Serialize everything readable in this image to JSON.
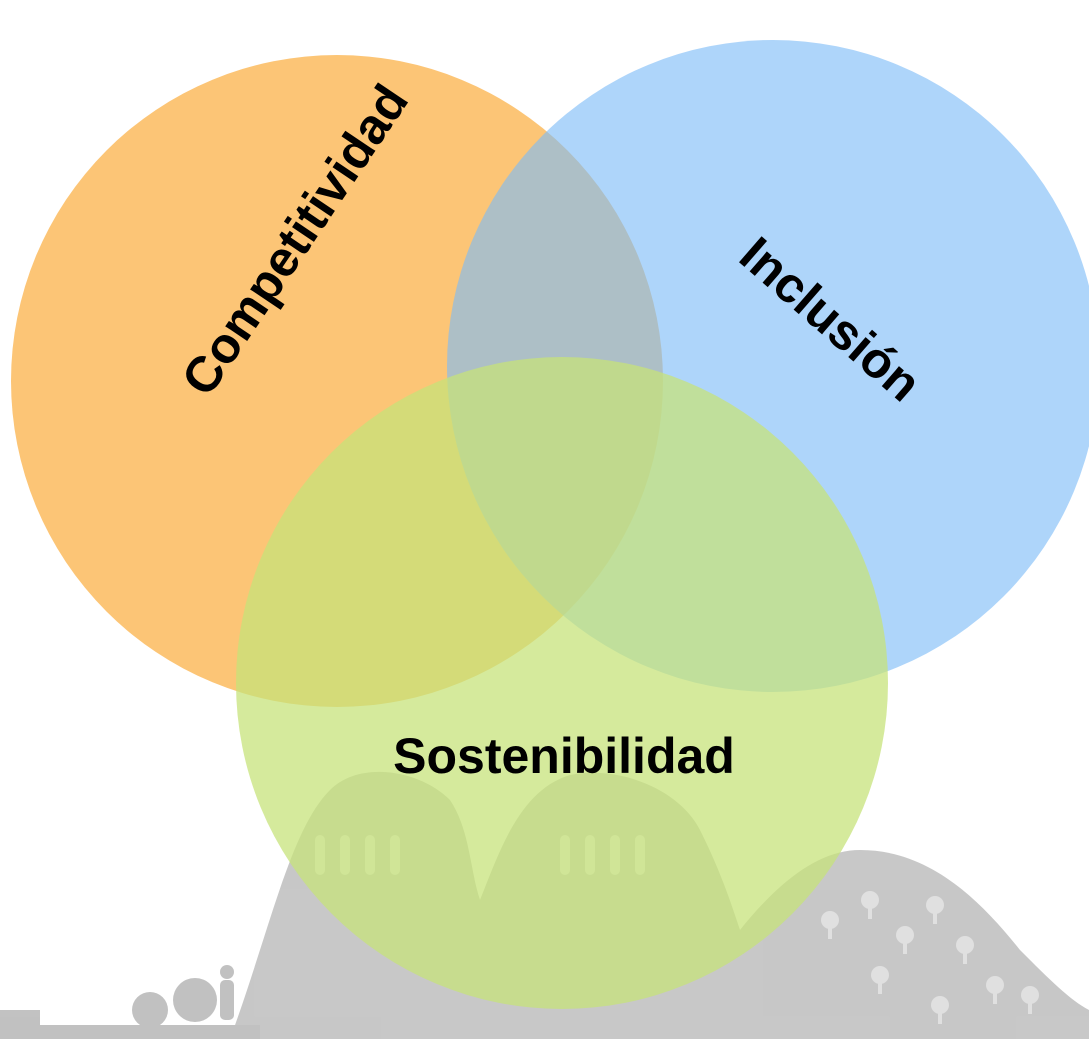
{
  "diagram": {
    "type": "venn",
    "circles": [
      {
        "id": "competitividad",
        "label": "Competitividad",
        "color": "#FBA935"
      },
      {
        "id": "inclusion",
        "label": "Inclusión",
        "color": "#7CBCF7"
      },
      {
        "id": "sostenibilidad",
        "label": "Sostenibilidad",
        "color": "#C7E27A"
      }
    ]
  },
  "background": {
    "illustration": "grey rural landscape silhouette with hills, trees and farmer figures",
    "color": "#B3B3B3"
  }
}
